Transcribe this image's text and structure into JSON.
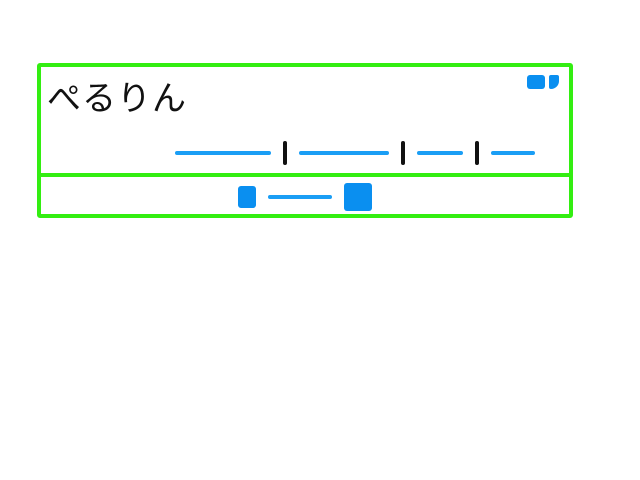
{
  "header": {
    "title": "ぺるりん"
  },
  "nav": {
    "link_count": 4,
    "separator_count": 3
  },
  "colors": {
    "frame": "#33ee11",
    "accent": "#0a8ff0",
    "text": "#111111"
  }
}
